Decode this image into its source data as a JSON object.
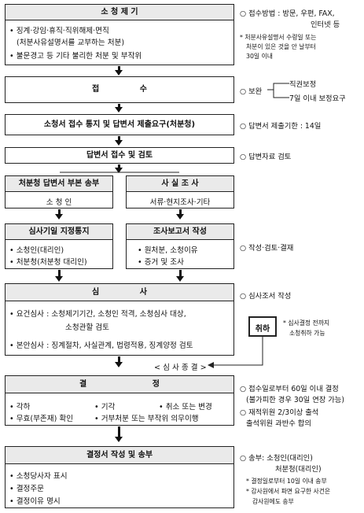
{
  "step1": {
    "title": "소 청 제 기",
    "items": [
      "• 징계·강임·휴직·직위해제·면직",
      "(처분사유설명서를 교부하는 처분)",
      "• 불문경고 등 기타 불리한 처분 및 부작위"
    ],
    "notes": [
      "○ 접수방법 : 방문, 우편, FAX,",
      "인터넷 등"
    ],
    "small_notes": [
      "* 처분사유설명서 수령일 또는",
      "처분이 있은 것을 안 날부터",
      "30일 이내"
    ]
  },
  "step2": {
    "title": "접 수",
    "note": "○ 보완",
    "branch": [
      "직권보정",
      "7일 이내 보정요구"
    ]
  },
  "step3": {
    "title": "소청서 접수 통지 및 답변서 제출요구(처분청)",
    "note": "○ 답변서 제출기한 : 14일"
  },
  "step4": {
    "title": "답변서 접수 및 검토",
    "note": "○ 답변자료 검토"
  },
  "step5a": {
    "title": "처분청 답변서 부본 송부",
    "sub": "소 청 인"
  },
  "step5b": {
    "title": "사 실 조 사",
    "sub": "서류·현지조사·기타"
  },
  "step6a": {
    "title": "심사기일 지정통지",
    "items": [
      "• 소청인(대리인)",
      "• 처분청(처분청 대리인)"
    ]
  },
  "step6b": {
    "title": "조사보고서 작성",
    "items": [
      "• 원처분, 소청이유",
      "• 증거 및 조사"
    ]
  },
  "step6_note": "○ 작성·검토·결재",
  "step7": {
    "title": "심 사",
    "items": [
      "• 요건심사 : 소청제기기간, 소청인 적격, 소청심사 대상,",
      "소청관할 검토",
      "• 본안심사 : 징계절차, 사실관계, 법령적용, 징계양정 검토"
    ],
    "note": "○ 심사조서 작성"
  },
  "withdraw": {
    "label": "취하",
    "notes": [
      "* 심사결정 전까지",
      "소청취하 가능"
    ]
  },
  "review_end": "< 심 사 종 결 >",
  "step8": {
    "title": "결 정",
    "items": [
      "• 각하",
      "• 기각",
      "• 취소 또는 변경",
      "• 무효(부존재) 확인",
      "• 거부처분 또는 부작위 의무이행"
    ],
    "notes": [
      "○ 접수일로부터 60일 이내 결정",
      "(불가피한 경우 30일 연장 가능)",
      "○ 재적위원 2/3이상 출석",
      "출석위원 과반수 합의"
    ]
  },
  "step9": {
    "title": "결정서 작성 및 송부",
    "items": [
      "• 소청당사자 표시",
      "• 결정주문",
      "• 결정이유 명시"
    ],
    "notes": [
      "○ 송부: 소청인(대리인)",
      "처분청(대리인)"
    ],
    "small_notes": [
      "* 결정일로부터 10일 이내 송부",
      "* 감사원에서 파면 요구한 사건은",
      "감사원에도 송부"
    ]
  }
}
